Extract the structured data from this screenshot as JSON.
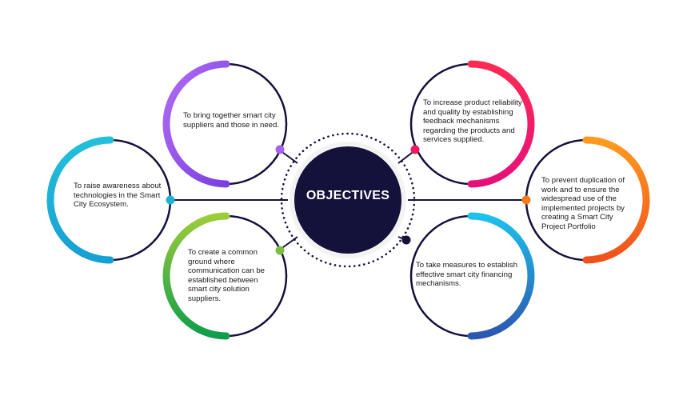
{
  "center": {
    "title": "OBJECTIVES",
    "fill": "#14113b"
  },
  "objectives": [
    {
      "text": "To bring together smart city suppliers and those in need.",
      "colors": [
        "#a05cf0",
        "#7a3fe0"
      ]
    },
    {
      "text": "To increase product reliability and quality by establishing feedback mechanisms regarding the products and services supplied.",
      "colors": [
        "#ff2a5a",
        "#e0106e"
      ]
    },
    {
      "text": "To raise awareness about technologies in the Smart City Ecosystem.",
      "colors": [
        "#23b7d8",
        "#18a3d2"
      ]
    },
    {
      "text": "To prevent duplication of work and to ensure the widespread use of the implemented projects by creating a Smart City Project Portfolio",
      "colors": [
        "#ff8a1a",
        "#f45a1c"
      ]
    },
    {
      "text": "To create a common ground where communication can be established between smart city solution suppliers.",
      "colors": [
        "#8bc53f",
        "#14a24a"
      ]
    },
    {
      "text": "To take measures to establish effective smart city financing mechanisms.",
      "colors": [
        "#1fb4e8",
        "#2a5fb8"
      ]
    }
  ],
  "outline_color": "#14113b"
}
